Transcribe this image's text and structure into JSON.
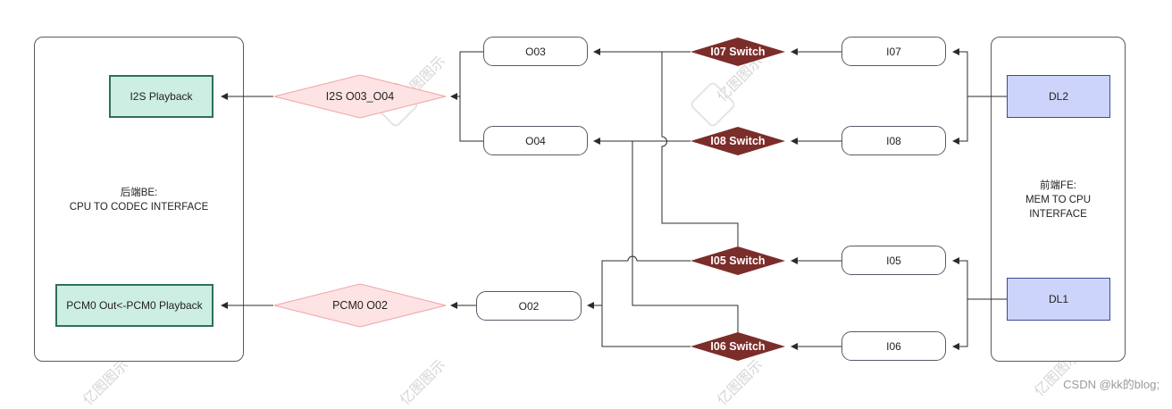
{
  "colors": {
    "switch_fill": "#7b2d2a",
    "diamond_fill": "#fde3e3",
    "diamond_stroke": "#f2a3a3",
    "green_fill": "#cdeee2",
    "blue_fill": "#ccd4fb",
    "line": "#2b2b2b"
  },
  "be_panel": {
    "title": "后端BE:",
    "subtitle": "CPU TO CODEC INTERFACE",
    "i2s_playback": "I2S Playback",
    "pcm0_playback": "PCM0 Out<-PCM0 Playback"
  },
  "fe_panel": {
    "title": "前端FE:",
    "line2": "MEM TO CPU",
    "line3": "INTERFACE",
    "dl2": "DL2",
    "dl1": "DL1"
  },
  "diamonds": {
    "i2s": "I2S O03_O04",
    "pcm0": "PCM0 O02"
  },
  "outputs": {
    "o03": "O03",
    "o04": "O04",
    "o02": "O02"
  },
  "inputs": {
    "i07": "I07",
    "i08": "I08",
    "i05": "I05",
    "i06": "I06"
  },
  "switches": {
    "i07": "I07 Switch",
    "i08": "I08 Switch",
    "i05": "I05 Switch",
    "i06": "I06 Switch"
  },
  "watermark": "亿图图示",
  "footer": "CSDN @kk的blog;"
}
